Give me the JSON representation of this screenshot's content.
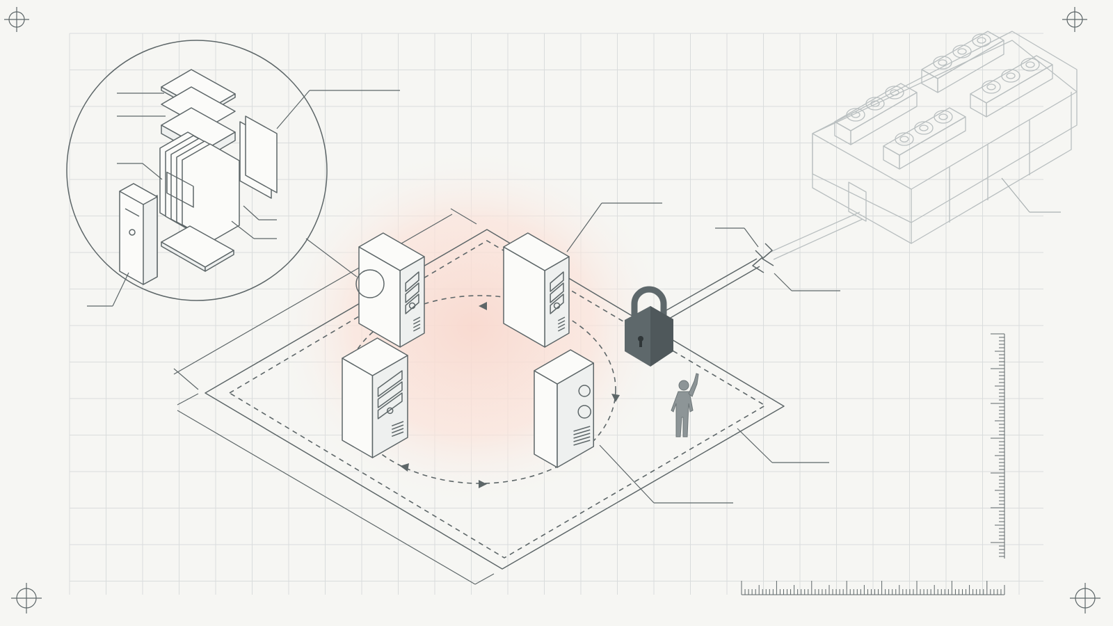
{
  "diagram": {
    "type": "isometric technical illustration",
    "colors": {
      "background": "#f6f6f3",
      "grid": "#d9dcdc",
      "ink": "#5d6668",
      "faded_ink": "#b9bfc0",
      "glow": "#f9d9cf",
      "lock": "#5e686b",
      "figure": "#8d9597"
    },
    "elements": {
      "registration_marks": 4,
      "detail_inset": [
        "board",
        "heatsink",
        "expansion-cards",
        "motherboard",
        "tower-case",
        "side-panel"
      ],
      "server_towers": 4,
      "padlock_icon": "lock-icon",
      "person_icon": "person-icon",
      "remote_facility": "datacenter-building",
      "link_cable": "broken-cable"
    }
  }
}
